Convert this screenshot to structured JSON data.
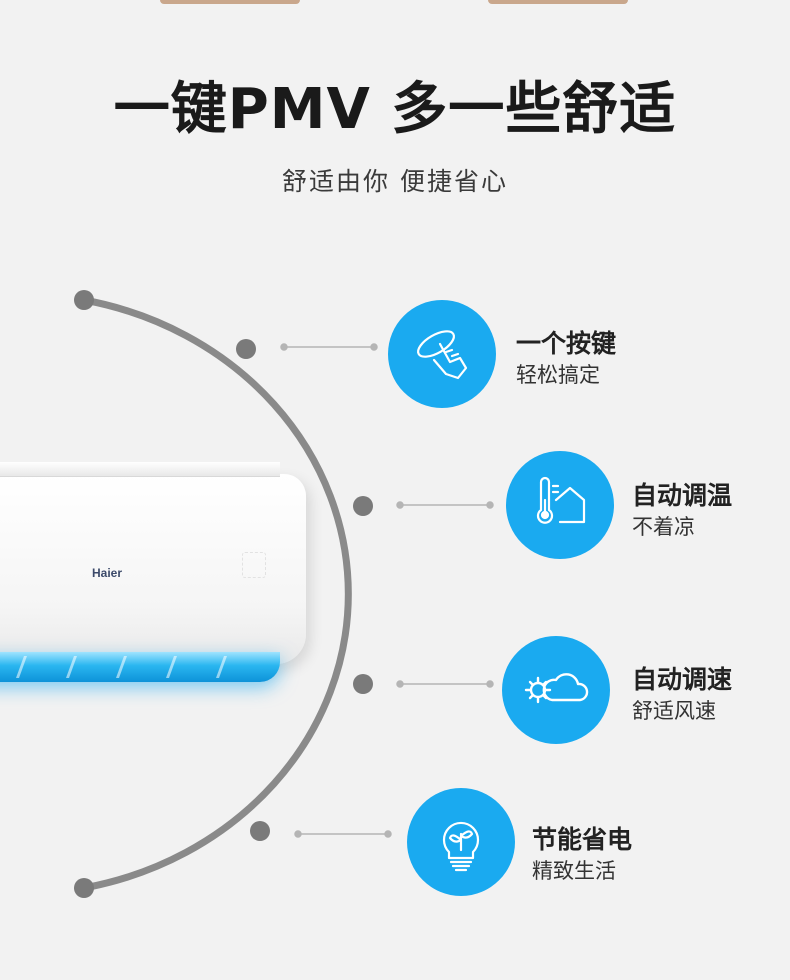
{
  "title": "一键PMV 多一些舒适",
  "subtitle": "舒适由你 便捷省心",
  "brand": "Haier",
  "accent_color": "#1aaaf0",
  "features": [
    {
      "icon": "hand-tap-icon",
      "title": "一个按键",
      "desc": "轻松搞定"
    },
    {
      "icon": "thermometer-house-icon",
      "title": "自动调温",
      "desc": "不着凉"
    },
    {
      "icon": "gear-cloud-icon",
      "title": "自动调速",
      "desc": "舒适风速"
    },
    {
      "icon": "leaf-bulb-icon",
      "title": "节能省电",
      "desc": "精致生活"
    }
  ]
}
